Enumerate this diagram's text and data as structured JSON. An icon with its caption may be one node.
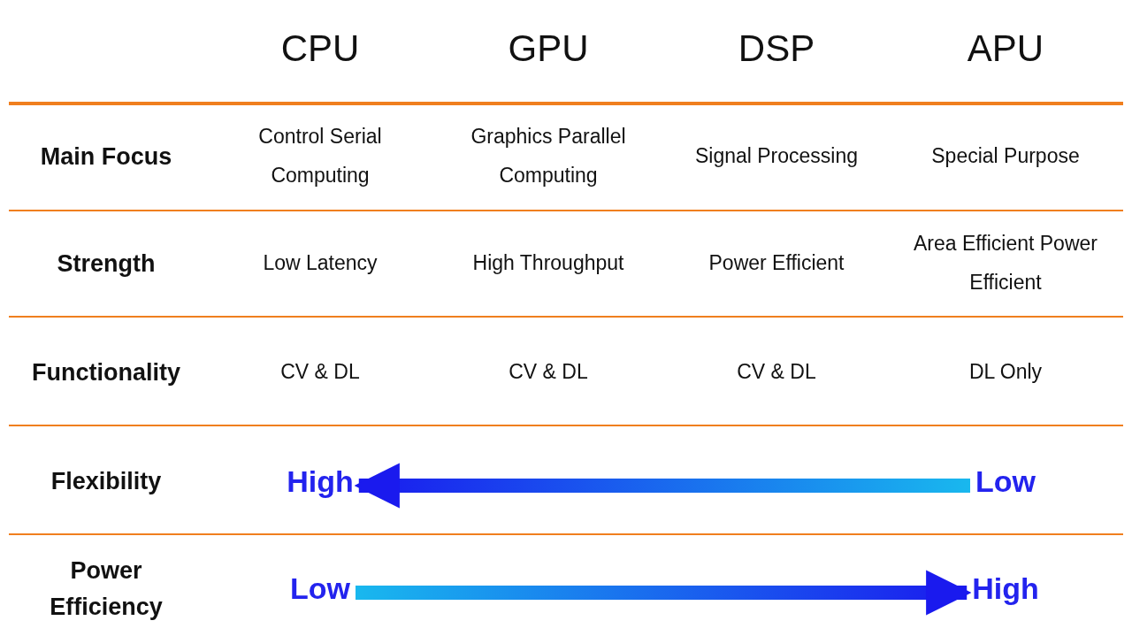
{
  "diagram": {
    "nodes": [
      {
        "text": [
          "High"
        ]
      },
      {
        "text": [
          "Low"
        ]
      },
      {
        "text": [
          "Low"
        ]
      },
      {
        "text": [
          "High"
        ]
      }
    ],
    "edges": [
      {
        "from": 1,
        "to": 0,
        "arrow": "to"
      },
      {
        "from": 2,
        "to": 3,
        "arrow": "to"
      }
    ],
    "labels": [
      "CPU",
      "GPU",
      "DSP",
      "APU",
      "Main Focus",
      "Control Serial Computing",
      "Graphics Parallel Computing",
      "Signal Processing",
      "Special Purpose",
      "Strength",
      "Low Latency",
      "High Throughput",
      "Power Efficient",
      "Area Efficient Power Efficient",
      "Functionality",
      "CV & DL",
      "CV & DL",
      "CV & DL",
      "DL Only",
      "Flexibility",
      "Power Efficiency"
    ]
  }
}
